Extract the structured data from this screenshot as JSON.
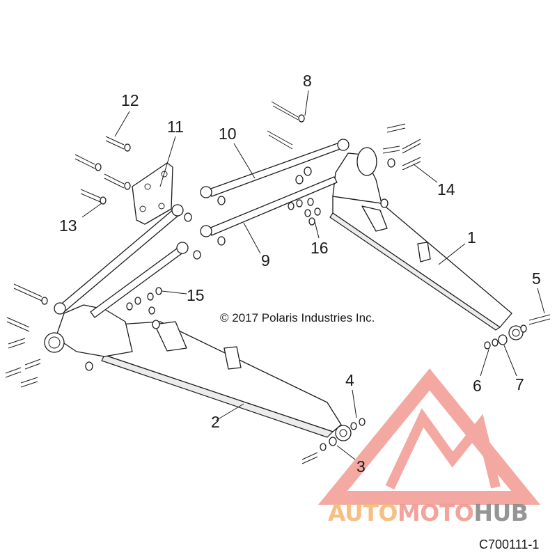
{
  "diagram": {
    "copyright": "© 2017 Polaris Industries Inc.",
    "drawing_number": "C700111-1",
    "callouts": [
      "1",
      "2",
      "3",
      "4",
      "5",
      "6",
      "7",
      "8",
      "9",
      "10",
      "11",
      "12",
      "13",
      "14",
      "15",
      "16"
    ]
  },
  "watermark": {
    "brand_auto": "AUTO",
    "brand_moto": "MOTO",
    "brand_hub": "HUB",
    "color_primary": "#f29a92",
    "color_secondary": "#f5b97a",
    "color_dark": "#8a8a8a"
  }
}
